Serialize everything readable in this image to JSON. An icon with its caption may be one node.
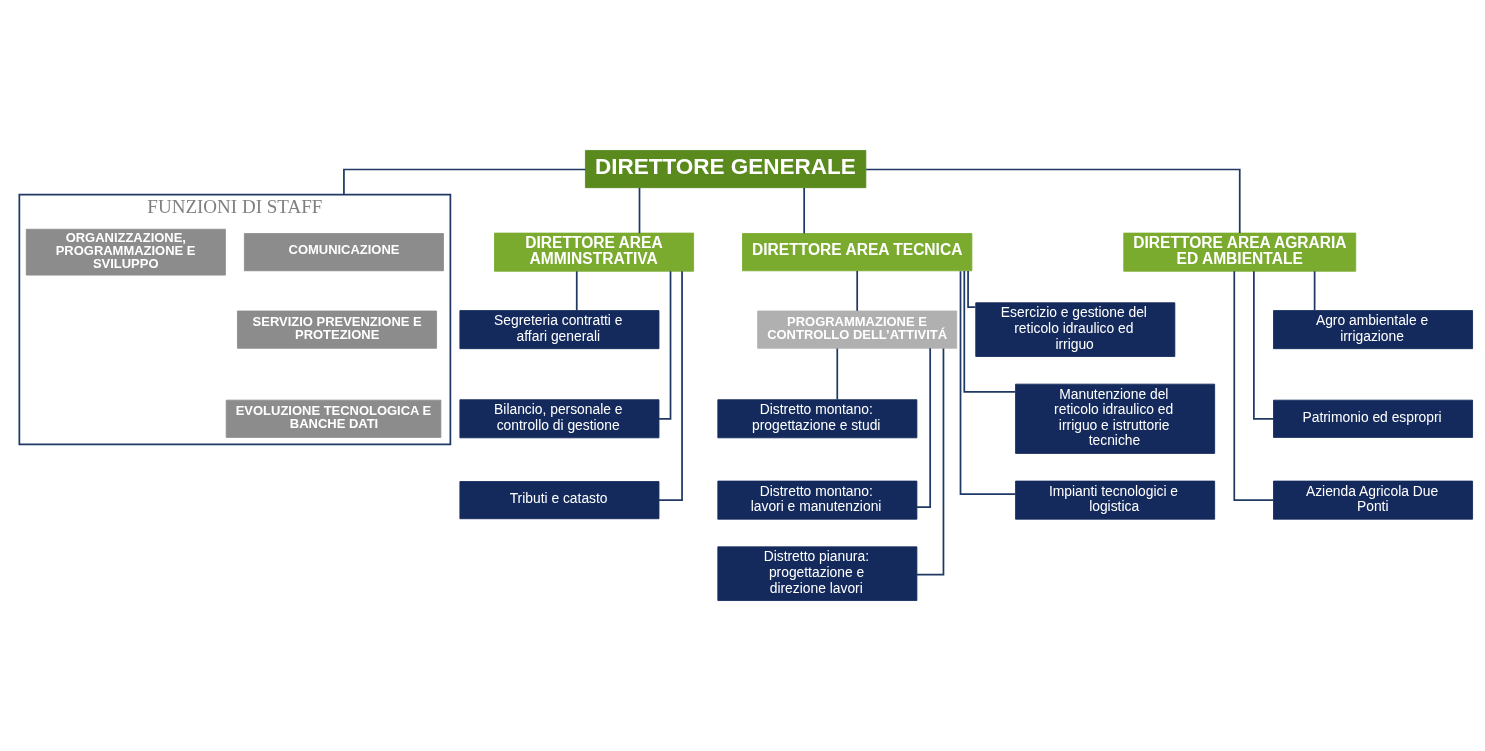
{
  "diagram": {
    "nodes": [
      {
        "text": [
          "DIRETTORE GENERALE"
        ]
      },
      {
        "text": [
          "FUNZIONI DI STAFF"
        ]
      },
      {
        "text": [
          "COMUNICAZIONE"
        ],
        "in": 1
      },
      {
        "text": [
          "SERVIZIO PREVENZIONE E PROTEZIONE"
        ],
        "in": 1
      },
      {
        "text": [
          "EVOLUZIONE TECNOLOGICA E BANCHE DATI"
        ],
        "in": 1
      },
      {
        "text": [
          "ORGANIZZAZIONE, PROGRAMMAZIONE E SVILUPPO"
        ],
        "in": 1
      },
      {
        "text": [
          "DIRETTORE AREA AMMINSTRATIVA"
        ]
      },
      {
        "text": [
          "Segreteria contratti e affari generali"
        ]
      },
      {
        "text": [
          "Bilancio, personale e controllo di gestione"
        ]
      },
      {
        "text": [
          "Tributi e catasto"
        ]
      },
      {
        "text": [
          "DIRETTORE AREA TECNICA"
        ]
      },
      {
        "text": [
          "PROGRAMMAZIONE E CONTROLLO DELL’ATTIVITÁ"
        ]
      },
      {
        "text": [
          "Distretto montano: progettazione e studi"
        ]
      },
      {
        "text": [
          "Distretto montano: lavori e manutenzioni"
        ]
      },
      {
        "text": [
          "Distretto pianura: progettazione e direzione lavori"
        ]
      },
      {
        "text": [
          "Esercizio e gestione del reticolo idraulico ed irriguo"
        ]
      },
      {
        "text": [
          "Manutenzione del reticolo idraulico ed irriguo e istruttorie tecniche"
        ]
      },
      {
        "text": [
          "Impianti tecnologici e logistica"
        ]
      },
      {
        "text": [
          "DIRETTORE AREA AGRARIA ED AMBIENTALE"
        ]
      },
      {
        "text": [
          "Agro ambientale e irrigazione"
        ]
      },
      {
        "text": [
          "Patrimonio ed espropri"
        ]
      },
      {
        "text": [
          "Azienda Agricola Due Ponti"
        ]
      }
    ],
    "edges": [
      {
        "from": 0,
        "to": 1,
        "arrow": "none"
      },
      {
        "from": 0,
        "to": 6,
        "arrow": "none"
      },
      {
        "from": 0,
        "to": 10,
        "arrow": "none"
      },
      {
        "from": 0,
        "to": 18,
        "arrow": "none"
      },
      {
        "from": 6,
        "to": 7,
        "arrow": "none"
      },
      {
        "from": 6,
        "to": 8,
        "arrow": "none"
      },
      {
        "from": 6,
        "to": 9,
        "arrow": "none"
      },
      {
        "from": 10,
        "to": 11,
        "arrow": "none"
      },
      {
        "from": 11,
        "to": 12,
        "arrow": "none"
      },
      {
        "from": 11,
        "to": 13,
        "arrow": "none"
      },
      {
        "from": 11,
        "to": 14,
        "arrow": "none"
      },
      {
        "from": 10,
        "to": 15,
        "arrow": "none"
      },
      {
        "from": 10,
        "to": 16,
        "arrow": "none"
      },
      {
        "from": 10,
        "to": 17,
        "arrow": "none"
      },
      {
        "from": 18,
        "to": 19,
        "arrow": "none"
      },
      {
        "from": 18,
        "to": 20,
        "arrow": "none"
      },
      {
        "from": 18,
        "to": 21,
        "arrow": "none"
      }
    ]
  }
}
